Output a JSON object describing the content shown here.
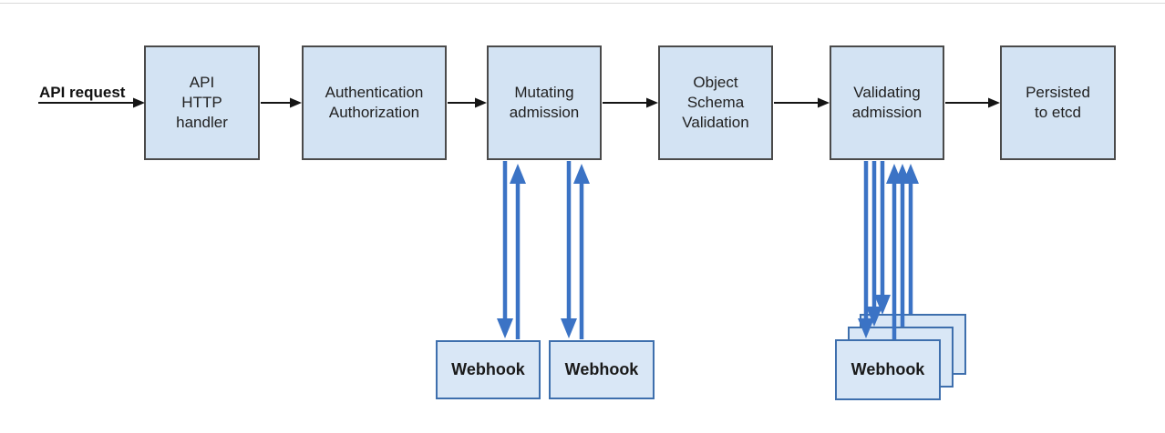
{
  "labels": {
    "api_request": "API request"
  },
  "flow_nodes": [
    {
      "id": "api-http-handler",
      "label": "API\nHTTP\nhandler"
    },
    {
      "id": "authentication-authorization",
      "label": "Authentication\nAuthorization"
    },
    {
      "id": "mutating-admission",
      "label": "Mutating\nadmission"
    },
    {
      "id": "object-schema-validation",
      "label": "Object\nSchema\nValidation"
    },
    {
      "id": "validating-admission",
      "label": "Validating\nadmission"
    },
    {
      "id": "persisted-to-etcd",
      "label": "Persisted\nto etcd"
    }
  ],
  "webhooks": {
    "mutating": [
      {
        "label": "Webhook"
      },
      {
        "label": "Webhook"
      }
    ],
    "validating": [
      {
        "label": "Webhook"
      },
      {
        "label": "Webhook"
      },
      {
        "label": "Webhook"
      }
    ]
  },
  "colors": {
    "node_fill": "#d3e3f3",
    "node_border": "#4a4a4a",
    "webhook_fill": "#d9e7f6",
    "webhook_border": "#3e6fad",
    "arrow_black": "#141414",
    "arrow_blue": "#3b73c5",
    "text": "#212121",
    "background": "#ffffff"
  }
}
